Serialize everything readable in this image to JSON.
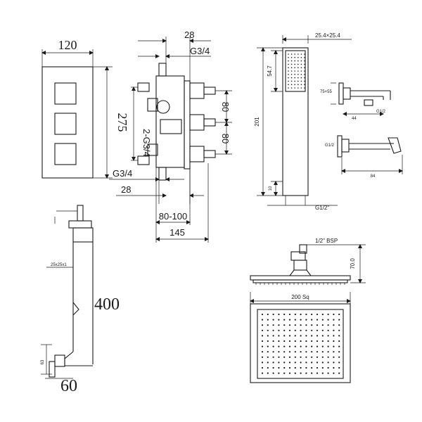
{
  "valve_front": {
    "width": "120",
    "height": "275"
  },
  "valve_side": {
    "outlet_offset_top": "28",
    "outlet_thread_top": "G3/4",
    "spacing_upper": "80",
    "spacing_lower": "80",
    "outlets_thread": "2-G3/4",
    "inlet_thread": "G3/4",
    "inlet_offset": "28",
    "depth_range": "80-100",
    "total_depth": "145"
  },
  "handset": {
    "bar_size": "25.4×25.4",
    "head_length": "54.7",
    "total_length": "201",
    "bottom_offset": "10",
    "thread": "G1/2\""
  },
  "wall_elbow": {
    "size": "75×55",
    "depth": "44",
    "thread": "G1/2",
    "holder_thread": "G1/2",
    "holder_length": "84"
  },
  "shower_arm": {
    "tube_size": "25x25x1",
    "length": "400",
    "drop": "60",
    "side_label": "63"
  },
  "shower_head": {
    "connection": "1/2\" BSP",
    "height": "70.0",
    "size": "200 Sq"
  }
}
